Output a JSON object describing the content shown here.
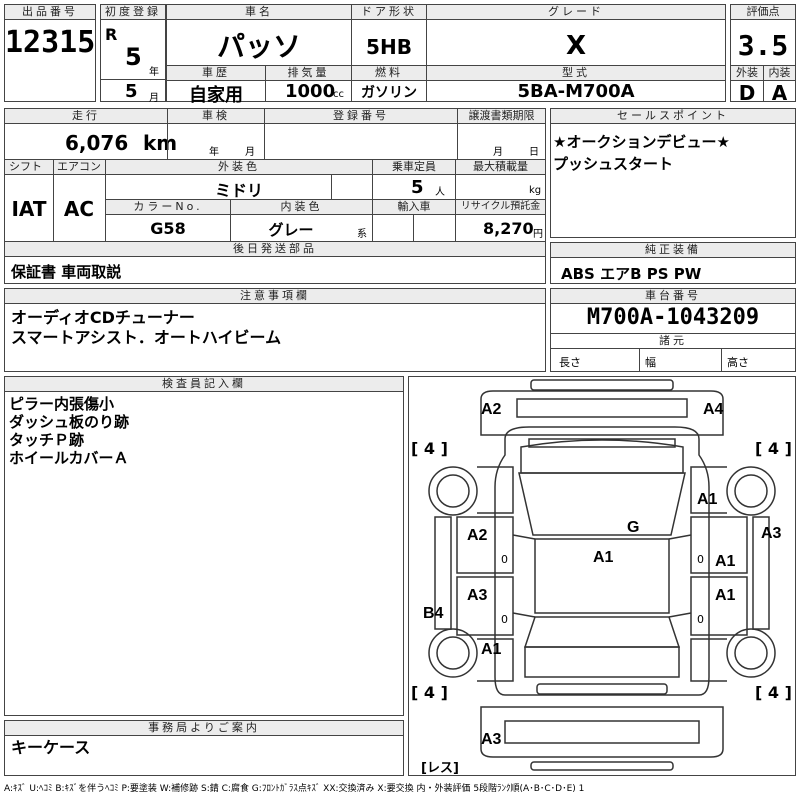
{
  "sheet": {
    "lot_number_label": "出品番号",
    "lot_number": "12315",
    "first_reg_label": "初度登録",
    "era": "R",
    "reg_year": "5",
    "year_unit": "年",
    "reg_month": "5",
    "month_unit": "月",
    "car_name_label": "車名",
    "car_name": "パッソ",
    "history_label": "車歴",
    "history": "自家用",
    "displacement_label": "排気量",
    "displacement": "1000",
    "cc_unit": "cc",
    "door_label": "ドア形状",
    "door": "5HB",
    "fuel_label": "燃料",
    "fuel": "ガソリン",
    "grade_label": "グレード",
    "grade": "X",
    "model_label": "型式",
    "model": "5BA-M700A",
    "score_label": "評価点",
    "score": "3.5",
    "exterior_label": "外装",
    "exterior": "D",
    "interior_label": "内装",
    "interior": "A"
  },
  "row2": {
    "mileage_label": "走行",
    "mileage": "6,076",
    "km_unit": "km",
    "inspection_label": "車検",
    "inspection_year_unit": "年",
    "inspection_month_unit": "月",
    "reg_number_label": "登録番号",
    "transfer_label": "譲渡書類期限",
    "transfer_month_unit": "月",
    "transfer_day_unit": "日",
    "shift_label": "シフト",
    "shift": "IAT",
    "ac_label": "エアコン",
    "ac": "AC",
    "ext_color_label": "外装色",
    "ext_color": "ミドリ",
    "color_no_label": "カラーNo.",
    "color_no": "G58",
    "int_color_label": "内装色",
    "int_color": "グレー",
    "int_color_unit": "系",
    "capacity_label": "乗車定員",
    "capacity": "5",
    "capacity_unit": "人",
    "max_load_label": "最大積載量",
    "max_load_unit": "kg",
    "import_label": "輸入車",
    "recycle_label": "リサイクル預託金",
    "recycle": "8,270",
    "recycle_unit": "円",
    "later_items_label": "後日発送部品",
    "later_items": "保証書 車両取説"
  },
  "sales_points": {
    "label": "セールスポイント",
    "line1": "★オークションデビュー★",
    "line2": "プッシュスタート"
  },
  "equipment": {
    "label": "純正装備",
    "value": "ABS エアB PS PW"
  },
  "caution": {
    "label": "注意事項欄",
    "line1": "オーディオCDチューナー",
    "line2": "スマートアシスト．オートハイビーム"
  },
  "chassis": {
    "label": "車台番号",
    "value": "M700A-1043209",
    "specs_label": "諸元",
    "length_label": "長さ",
    "width_label": "幅",
    "height_label": "高さ"
  },
  "inspector": {
    "label": "検査員記入欄",
    "lines": [
      "ピラー内張傷小",
      "ダッシュ板のり跡",
      "タッチＰ跡",
      "ホイールカバーＡ"
    ]
  },
  "office": {
    "label": "事務局よりご案内",
    "value": "キーケース"
  },
  "diagram": {
    "marks": [
      "A2",
      "A4",
      "A1",
      "G",
      "A3",
      "A2",
      "A1",
      "A1",
      "A3",
      "A1",
      "B4",
      "A1",
      "A3"
    ],
    "zeros": [
      "0",
      "0",
      "0",
      "0"
    ],
    "tire": "4",
    "tire_bracket_l": "[",
    "tire_bracket_r": "]",
    "spare": "[レス]"
  },
  "legend": "A:ｷｽﾞ U:ﾍｺﾐ B:ｷｽﾞを伴うﾍｺﾐ P:要塗装 W:補修跡 S:錆 C:腐食 G:ﾌﾛﾝﾄｶﾞﾗｽ点ｷｽﾞ XX:交換済み X:要交換 内・外装評価 5段階ﾗﾝｸ順(A･B･C･D･E) 1"
}
